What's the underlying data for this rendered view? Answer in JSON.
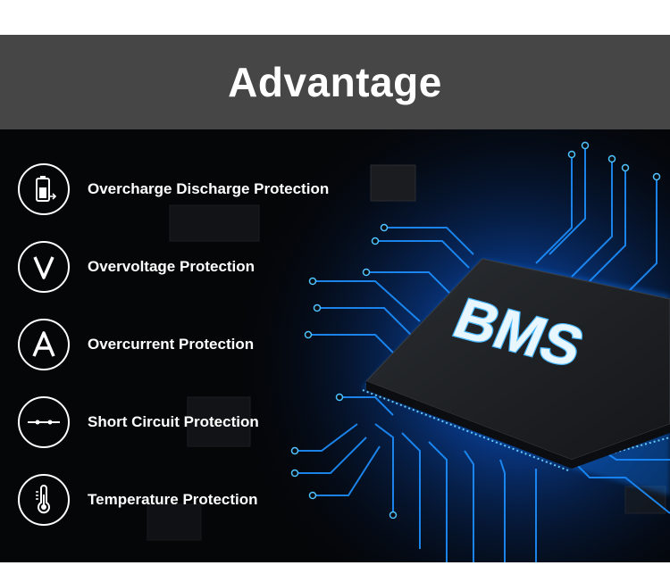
{
  "header": {
    "title": "Advantage"
  },
  "features": [
    {
      "label": "Overcharge Discharge Protection",
      "icon": "battery-icon"
    },
    {
      "label": "Overvoltage Protection",
      "icon": "voltage-icon"
    },
    {
      "label": "Overcurrent Protection",
      "icon": "current-icon"
    },
    {
      "label": "Short Circuit Protection",
      "icon": "short-circuit-icon"
    },
    {
      "label": "Temperature Protection",
      "icon": "thermometer-icon"
    }
  ],
  "chip": {
    "label": "BMS"
  },
  "colors": {
    "header_bg": "#464646",
    "scene_bg": "#050608",
    "trace": "#1e90ff",
    "glow": "#4fc3ff"
  }
}
